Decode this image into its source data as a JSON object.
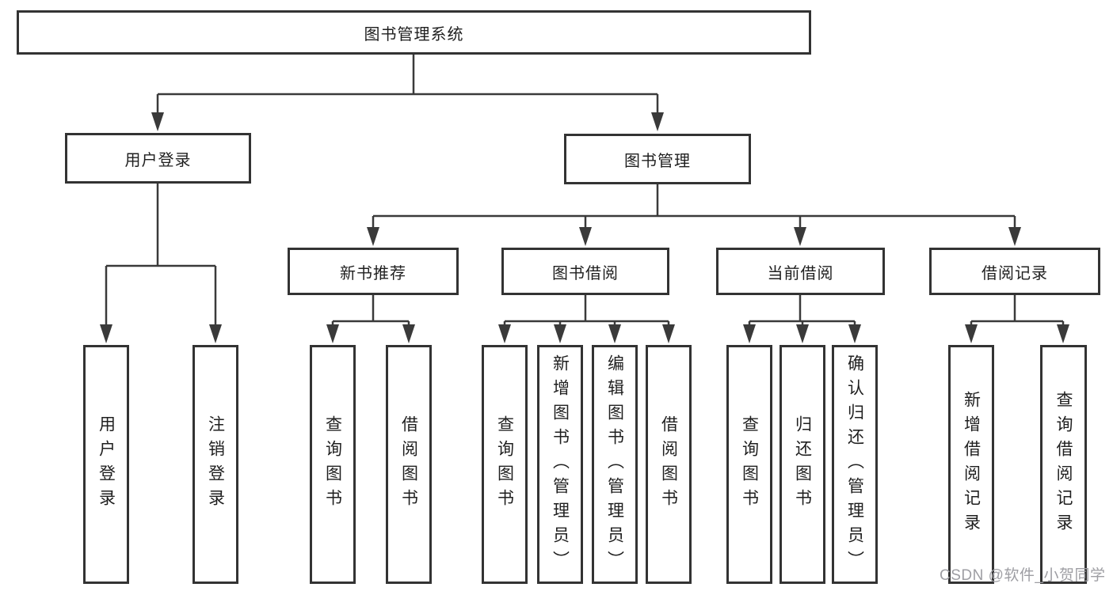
{
  "tree": {
    "root": {
      "label": "图书管理系统"
    },
    "level2": [
      {
        "id": "user-login",
        "label": "用户登录",
        "leaves": [
          "用户登录",
          "注销登录"
        ]
      },
      {
        "id": "book-management",
        "label": "图书管理",
        "modules": [
          {
            "id": "new-book-recommend",
            "label": "新书推荐",
            "leaves": [
              "查询图书",
              "借阅图书"
            ]
          },
          {
            "id": "book-borrow",
            "label": "图书借阅",
            "leaves": [
              "查询图书",
              "新增图书（管理员）",
              "编辑图书（管理员）",
              "借阅图书"
            ]
          },
          {
            "id": "current-borrow",
            "label": "当前借阅",
            "leaves": [
              "查询图书",
              "归还图书",
              "确认归还（管理员）"
            ]
          },
          {
            "id": "borrow-records",
            "label": "借阅记录",
            "leaves": [
              "新增借阅记录",
              "查询借阅记录"
            ]
          }
        ]
      }
    ]
  },
  "watermark": {
    "text": "CSDN @软件_小贺同学"
  },
  "colors": {
    "line": "#3a3a3a",
    "box_border": "#333333",
    "text": "#1f1f1f",
    "watermark": "#9e9ea3",
    "background": "#ffffff"
  }
}
